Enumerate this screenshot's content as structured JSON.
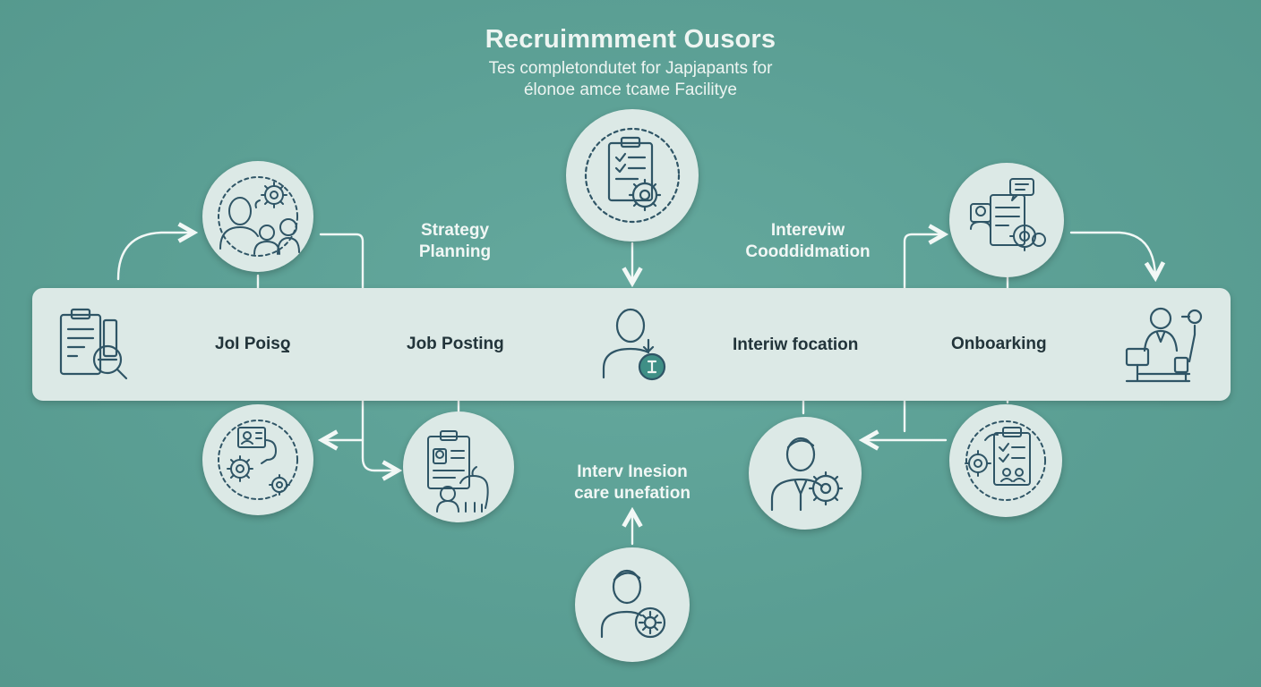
{
  "header": {
    "title": "Recruimmment Ousors",
    "subtitle_line1": "Tes completondutet for Japjapants for",
    "subtitle_line2": "élonoe amce tcaме Facilitye"
  },
  "band": {
    "stages": [
      {
        "label": "JoI Poisƍ",
        "icon": "clipboard-magnifier-icon"
      },
      {
        "label": "Job Posting",
        "icon": "none"
      },
      {
        "label": "",
        "icon": "person-info-icon"
      },
      {
        "label": "Interiw focation",
        "icon": "none"
      },
      {
        "label": "Onboarking",
        "icon": "presenter-desk-icon"
      }
    ]
  },
  "floating_labels": {
    "strategy": "Strategy\nPlanning",
    "interview_coordination": "Intereviw\nCooddidmation",
    "interview_session": "Interv Inesion\ncare unefation"
  },
  "circles": [
    {
      "id": "team-group",
      "icon": "team-gear-icon"
    },
    {
      "id": "checklist-top",
      "icon": "checklist-gear-icon"
    },
    {
      "id": "chat-document",
      "icon": "chat-document-gear-icon"
    },
    {
      "id": "profile-gears",
      "icon": "profile-card-gears-icon"
    },
    {
      "id": "candidate-doc",
      "icon": "candidate-document-icon"
    },
    {
      "id": "person-bottom",
      "icon": "person-badge-icon"
    },
    {
      "id": "staff-gear",
      "icon": "staff-gear-icon"
    },
    {
      "id": "checklist-people",
      "icon": "checklist-people-icon"
    }
  ],
  "colors": {
    "background": "#5b9f94",
    "panel": "#dce9e6",
    "icon_stroke": "#2f5566",
    "text_light": "#eef5f2",
    "text_dark": "#22343a",
    "accent_teal": "#3f8f86"
  }
}
